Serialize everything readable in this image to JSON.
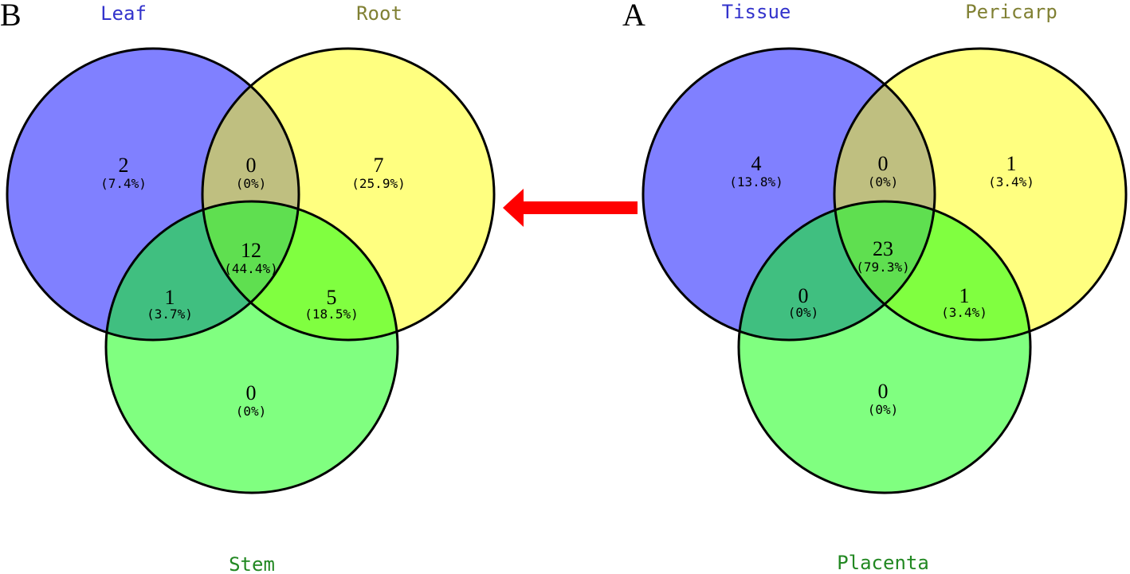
{
  "colors": {
    "set1": "#8080ff",
    "set2": "#ffff80",
    "set3": "#80ff80",
    "overlap12": "#bfbf80",
    "overlap13": "#40bf80",
    "overlap23": "#80ff40",
    "overlap123": "#5fdf50",
    "label1": "#3333cc",
    "label2": "#808033",
    "label3": "#228822",
    "arrow": "#ff0000"
  },
  "panels": [
    {
      "letter": "B",
      "sets": [
        "Leaf",
        "Root",
        "Stem"
      ],
      "regions": {
        "only1": {
          "count": "2",
          "pct": "(7.4%)"
        },
        "r12": {
          "count": "0",
          "pct": "(0%)"
        },
        "only2": {
          "count": "7",
          "pct": "(25.9%)"
        },
        "r123": {
          "count": "12",
          "pct": "(44.4%)"
        },
        "r13": {
          "count": "1",
          "pct": "(3.7%)"
        },
        "r23": {
          "count": "5",
          "pct": "(18.5%)"
        },
        "only3": {
          "count": "0",
          "pct": "(0%)"
        }
      }
    },
    {
      "letter": "A",
      "sets": [
        "Tissue",
        "Pericarp",
        "Placenta"
      ],
      "regions": {
        "only1": {
          "count": "4",
          "pct": "(13.8%)"
        },
        "r12": {
          "count": "0",
          "pct": "(0%)"
        },
        "only2": {
          "count": "1",
          "pct": "(3.4%)"
        },
        "r123": {
          "count": "23",
          "pct": "(79.3%)"
        },
        "r13": {
          "count": "0",
          "pct": "(0%)"
        },
        "r23": {
          "count": "1",
          "pct": "(3.4%)"
        },
        "only3": {
          "count": "0",
          "pct": "(0%)"
        }
      }
    }
  ],
  "arrow": {
    "direction": "left"
  }
}
